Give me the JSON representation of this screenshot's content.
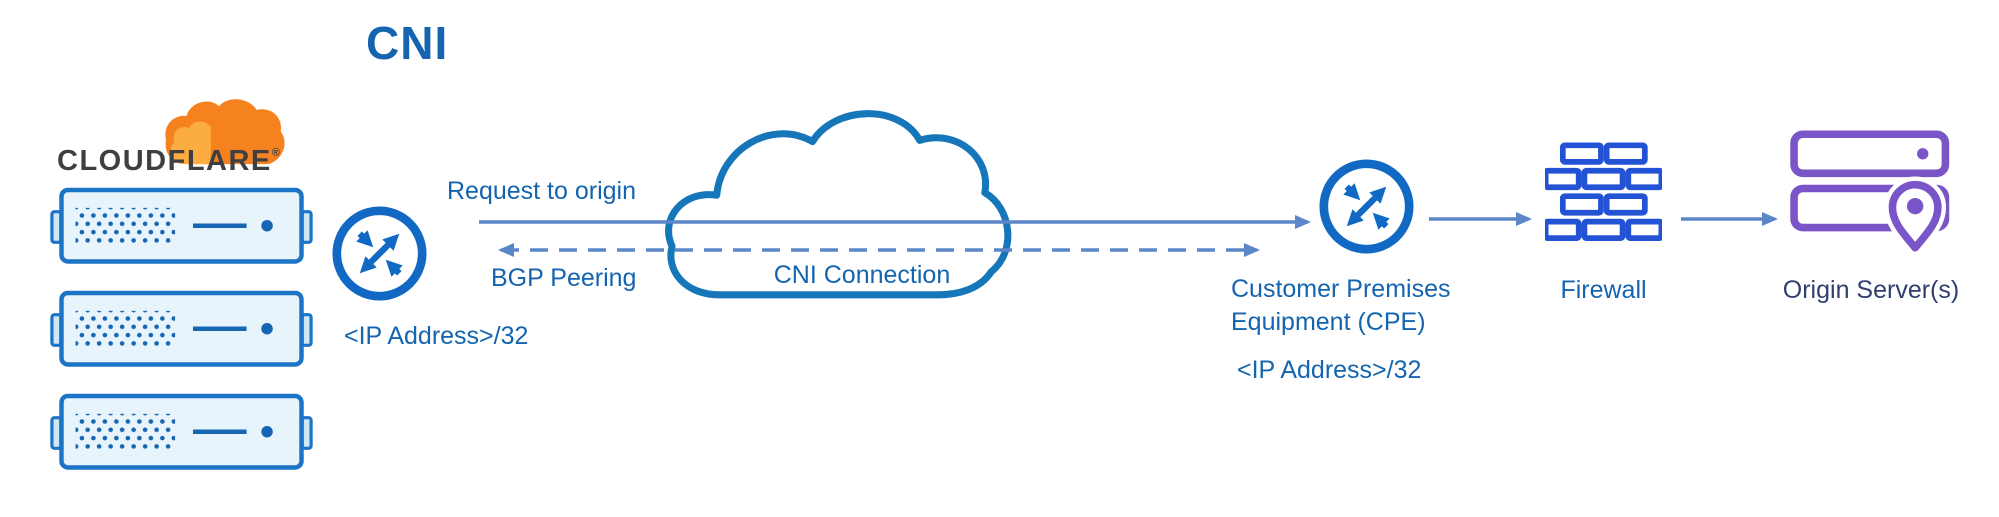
{
  "title": "CNI",
  "cloudflare": {
    "brand": "CLOUDFLARE",
    "registered_mark": "®"
  },
  "edge_router": {
    "ip_label": "<IP Address>/32"
  },
  "links": {
    "request_to_origin": "Request to origin",
    "bgp_peering": "BGP Peering"
  },
  "cloud": {
    "label": "CNI Connection"
  },
  "cpe": {
    "name_line1": "Customer Premises",
    "name_line2": "Equipment (CPE)",
    "ip_label": "<IP Address>/32"
  },
  "firewall": {
    "label": "Firewall"
  },
  "origin": {
    "label": "Origin Server(s)"
  },
  "colors": {
    "label_blue": "#1464af",
    "router_blue": "#1269c4",
    "cloud_stroke_blue": "#1576ba",
    "arrow_blue": "#5b87c9",
    "firewall_blue": "#2353d4",
    "origin_purple": "#7a55c7",
    "server_border_blue": "#1b74c5",
    "server_fill_blue": "#e8f4fc",
    "cloudflare_orange": "#f6821f",
    "cloudflare_light_orange": "#fbad41",
    "cloudflare_wordmark_gray": "#3f3f41",
    "origin_label_navy": "#303f6f"
  }
}
